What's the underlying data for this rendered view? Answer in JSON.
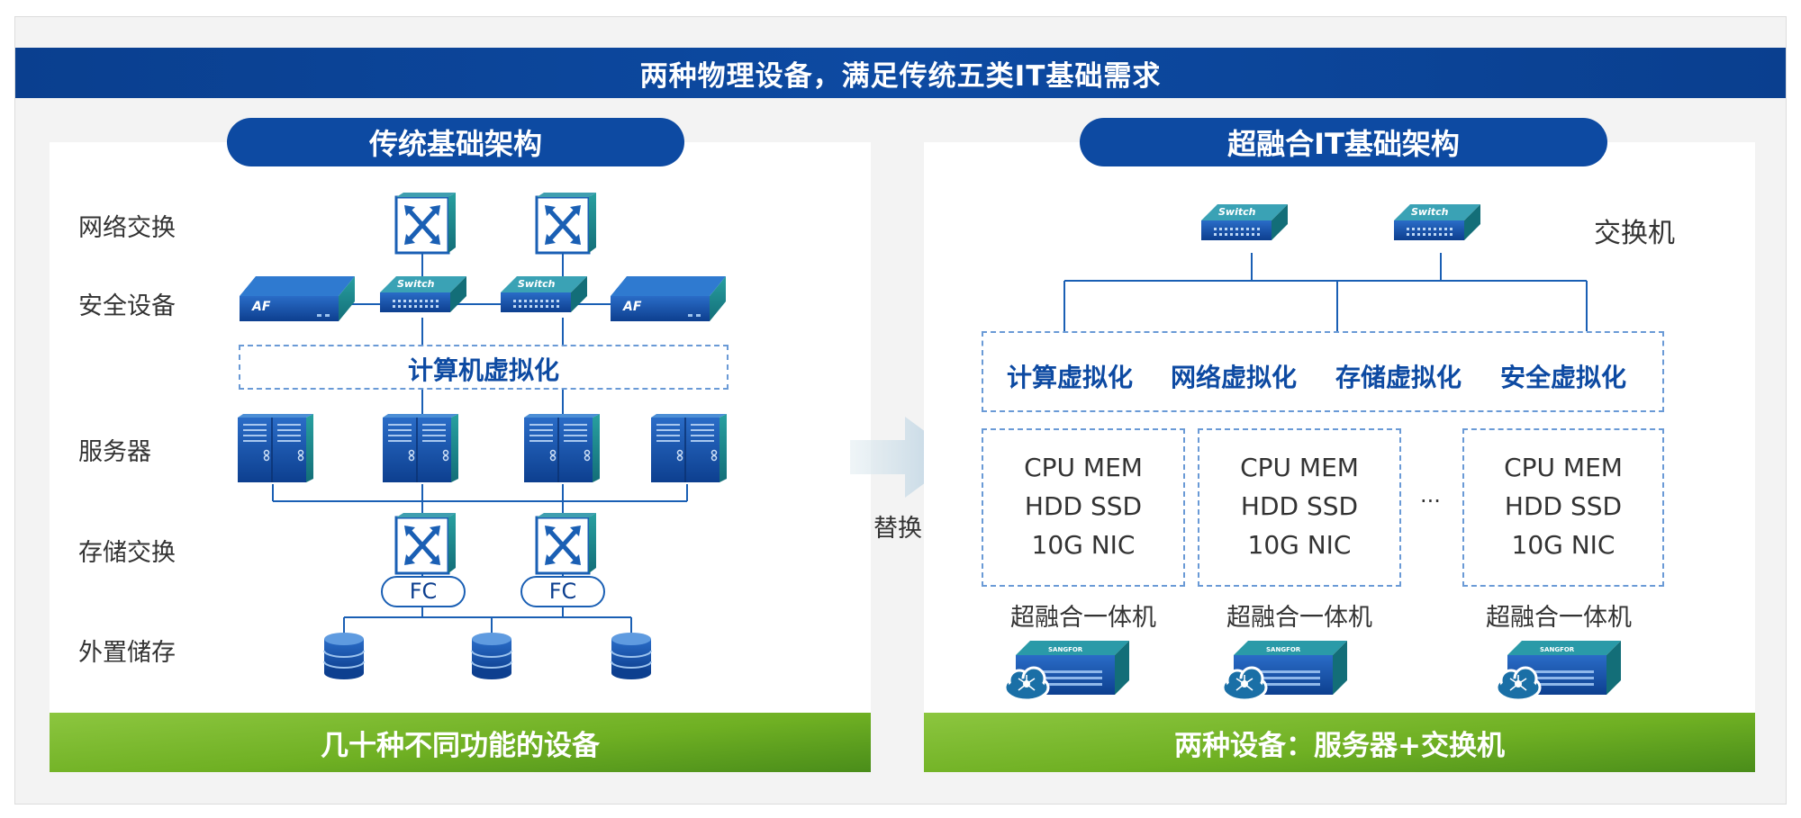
{
  "banner": {
    "title": "两种物理设备，满足传统五类IT基础需求"
  },
  "left": {
    "title": "传统基础架构",
    "rows": [
      "网络交换",
      "安全设备",
      "服务器",
      "存储交换",
      "外置储存"
    ],
    "virtualization": "计算机虚拟化",
    "af_label": "AF",
    "switch_label": "Switch",
    "fc_label": "FC",
    "footer": "几十种不同功能的设备"
  },
  "arrow": {
    "label": "替换"
  },
  "right": {
    "title": "超融合IT基础架构",
    "switch_caption": "交换机",
    "switch_label": "Switch",
    "virtualization": [
      "计算虚拟化",
      "网络虚拟化",
      "存储虚拟化",
      "安全虚拟化"
    ],
    "nodes": [
      {
        "line1": "CPU MEM",
        "line2": "HDD SSD",
        "line3": "10G NIC",
        "caption": "超融合一体机"
      },
      {
        "line1": "CPU MEM",
        "line2": "HDD SSD",
        "line3": "10G NIC",
        "caption": "超融合一体机"
      },
      {
        "line1": "CPU MEM",
        "line2": "HDD SSD",
        "line3": "10G NIC",
        "caption": "超融合一体机"
      }
    ],
    "ellipsis": "···",
    "brand": "SANGFOR",
    "footer": "两种设备：服务器+交换机"
  },
  "colors": {
    "primary": "#0d4aa2",
    "accent_green": "#6fb023",
    "dashed": "#6a9ad6",
    "teal": "#1a8a8a"
  }
}
